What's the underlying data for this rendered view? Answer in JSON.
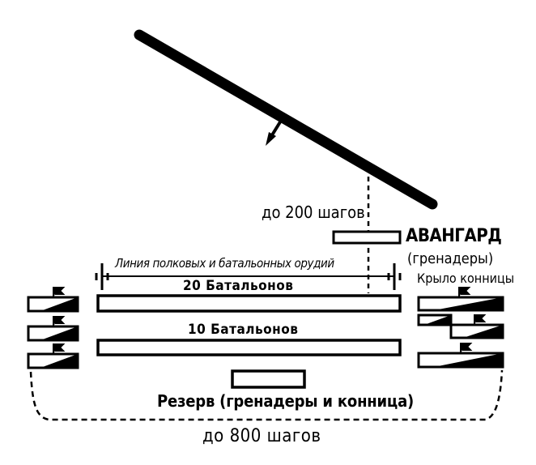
{
  "labels": {
    "to_200": "до 200 шагов",
    "avangard": "АВАНГАРД",
    "avangard_sub": "(гренадеры)",
    "gun_line": "Линия полковых и батальонных орудий",
    "cavalry_wing": "Крыло конницы",
    "battalions_20": "20 Батальонов",
    "battalions_10": "10 Батальонов",
    "reserve": "Резерв (гренадеры и конница)",
    "to_800": "до 800 шагов"
  },
  "colors": {
    "ink": "#000000",
    "paper": "#ffffff"
  }
}
